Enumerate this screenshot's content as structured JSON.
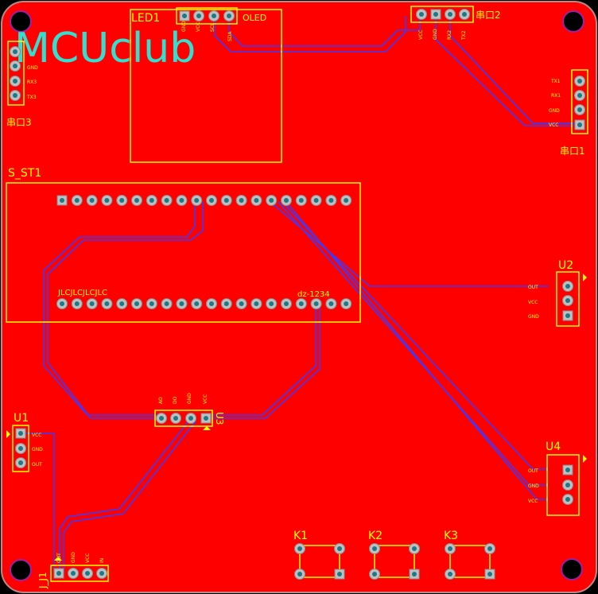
{
  "board": {
    "copper_color": "#ff0000",
    "silk_color": "#ffff00",
    "trace_color": "#3b3bff",
    "logo": "MCUclub",
    "logo_color": "#33e0d0"
  },
  "components": {
    "led1": {
      "designator": "LED1",
      "name": "OLED",
      "pins": [
        "GND",
        "VCC",
        "SCL",
        "SDA"
      ]
    },
    "uart2": {
      "designator": "串口2",
      "pins": [
        "VCC",
        "GND",
        "RX2",
        "TX2"
      ]
    },
    "uart3": {
      "designator": "串口3",
      "pins": [
        "GND",
        "RX3",
        "TX3"
      ]
    },
    "uart1": {
      "designator": "串口1",
      "pins": [
        "TX1",
        "RX1",
        "GND",
        "VCC"
      ]
    },
    "s_st1": {
      "designator": "S_ST1",
      "top_text": "JLCJLCJLCJLC",
      "bottom_text": "dz-1234"
    },
    "u2": {
      "designator": "U2",
      "pins": [
        "OUT",
        "VCC",
        "GND"
      ]
    },
    "u4": {
      "designator": "U4",
      "pins": [
        "OUT",
        "GND",
        "VCC"
      ]
    },
    "u1": {
      "designator": "U1",
      "pins": [
        "VCC",
        "GND",
        "OUT"
      ]
    },
    "u3": {
      "designator": "U3",
      "pins": [
        "VCC",
        "GND",
        "DO",
        "AO"
      ]
    },
    "j_j1": {
      "designator": "J_J1",
      "pins": [
        "GND",
        "VCC",
        "IN",
        "OUT"
      ]
    },
    "k1": {
      "designator": "K1"
    },
    "k2": {
      "designator": "K2"
    },
    "k3": {
      "designator": "K3"
    }
  }
}
